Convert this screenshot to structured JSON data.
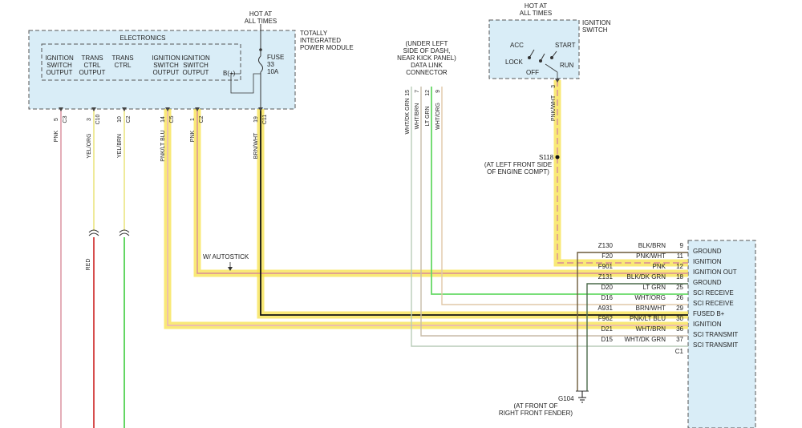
{
  "tipm": {
    "label": "TOTALLY\nINTEGRATED\nPOWER MODULE",
    "section": "ELECTRONICS",
    "hot": "HOT AT\nALL TIMES",
    "fuse": "FUSE\n33\n10A",
    "bplus": "B(+)",
    "outputs": [
      {
        "name": "IGNITION\nSWITCH\nOUTPUT",
        "pin": "5",
        "conn": "C3",
        "wire": "PNK"
      },
      {
        "name": "TRANS\nCTRL\nOUTPUT",
        "pin": "3",
        "conn": "C10",
        "wire": "YEL/ORG"
      },
      {
        "name": "TRANS\nCTRL",
        "pin": "10",
        "conn": "C2",
        "wire": "YEL/BRN"
      },
      {
        "name": "IGNITION\nSWITCH\nOUTPUT",
        "pin": "14",
        "conn": "C5",
        "wire": "PNK/LT BLU"
      },
      {
        "name": "IGNITION\nSWITCH\nOUTPUT",
        "pin": "1",
        "conn": "C2",
        "wire": "PNK"
      },
      {
        "name": "",
        "pin": "19",
        "conn": "C11",
        "wire": "BRN/WHT"
      }
    ]
  },
  "dlc": {
    "label": "(UNDER LEFT\nSIDE OF DASH,\nNEAR KICK PANEL)\nDATA LINK\nCONNECTOR",
    "pins": [
      {
        "pin": "15",
        "wire": "WHT/DK GRN"
      },
      {
        "pin": "7",
        "wire": "WHT/BRN"
      },
      {
        "pin": "12",
        "wire": "LT GRN"
      },
      {
        "pin": "9",
        "wire": "WHT/ORG"
      }
    ]
  },
  "ign_switch": {
    "label": "IGNITION\nSWITCH",
    "hot": "HOT AT\nALL TIMES",
    "acc": "ACC",
    "start": "START",
    "lock": "LOCK",
    "run": "RUN",
    "off": "OFF",
    "pin": "3",
    "wire": "PNK/WHT"
  },
  "splice": {
    "id": "S118",
    "loc": "(AT LEFT FRONT SIDE\nOF ENGINE COMPT)"
  },
  "ground": {
    "id": "G104",
    "loc": "(AT FRONT OF\nRIGHT FRONT FENDER)"
  },
  "red_wire": "RED",
  "autostick": "W/ AUTOSTICK",
  "module": {
    "conn": "C1",
    "rows": [
      {
        "circuit": "Z130",
        "wire": "BLK/BRN",
        "pin": "9",
        "func": "GROUND"
      },
      {
        "circuit": "F20",
        "wire": "PNK/WHT",
        "pin": "11",
        "func": "IGNITION"
      },
      {
        "circuit": "F901",
        "wire": "PNK",
        "pin": "12",
        "func": "IGNITION OUT"
      },
      {
        "circuit": "Z131",
        "wire": "BLK/DK GRN",
        "pin": "18",
        "func": "GROUND"
      },
      {
        "circuit": "D20",
        "wire": "LT GRN",
        "pin": "25",
        "func": "SCI RECEIVE"
      },
      {
        "circuit": "D16",
        "wire": "WHT/ORG",
        "pin": "26",
        "func": "SCI RECEIVE"
      },
      {
        "circuit": "A931",
        "wire": "BRN/WHT",
        "pin": "29",
        "func": "FUSED B+"
      },
      {
        "circuit": "F962",
        "wire": "PNK/LT BLU",
        "pin": "30",
        "func": "IGNITION"
      },
      {
        "circuit": "D21",
        "wire": "WHT/BRN",
        "pin": "36",
        "func": "SCI TRANSMIT"
      },
      {
        "circuit": "D15",
        "wire": "WHT/DK GRN",
        "pin": "37",
        "func": "SCI TRANSMIT"
      }
    ]
  },
  "colors": {
    "highlight": "#f7e24a",
    "box_fill": "#d9edf7",
    "pnk": "#d98c99",
    "yel": "#e8e070",
    "green": "#3ccc3c",
    "lt_green": "#66d966",
    "red": "#cc2222",
    "tan": "#c8bca8",
    "brn": "#6b5a3a",
    "dkgrn": "#4a6a4a",
    "black": "#111111"
  }
}
